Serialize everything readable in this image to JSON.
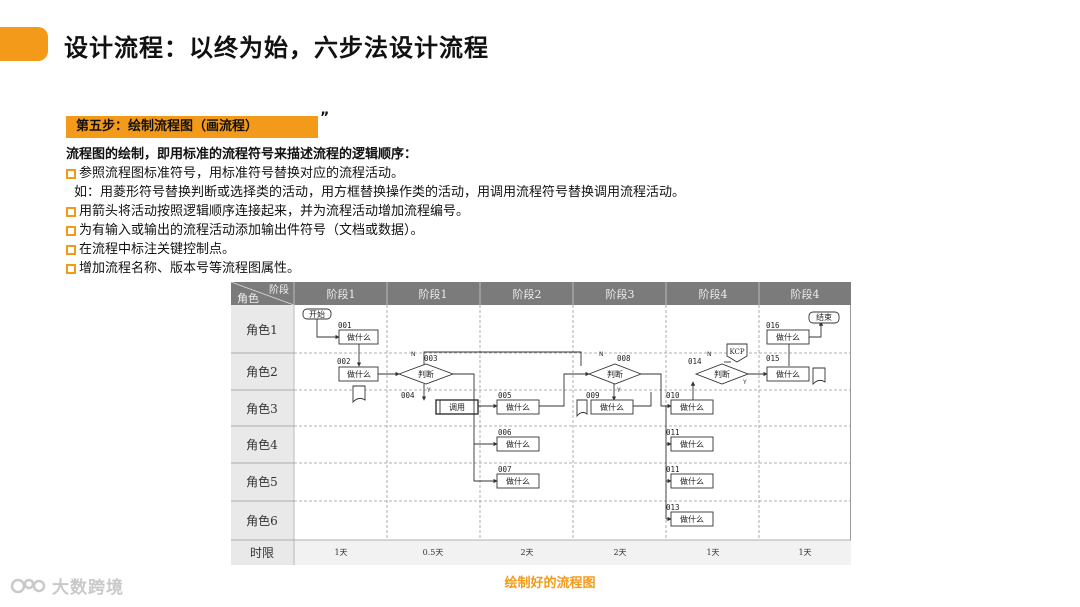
{
  "slide": {
    "title": "设计流程：以终为始，六步法设计流程",
    "step_badge": "第五步：绘制流程图（画流程）",
    "step_mark": "”",
    "lead": "流程图的绘制，即用标准的流程符号来描述流程的逻辑顺序：",
    "bullets": [
      "参照流程图标准符号，用标准符号替换对应的流程活动。",
      "如：用菱形符号替换判断或选择类的活动，用方框替换操作类的活动，用调用流程符号替换调用流程活动。",
      "用箭头将活动按照逻辑顺序连接起来，并为流程活动增加流程编号。",
      "为有输入或输出的流程活动添加输出件符号（文档或数据）。",
      "在流程中标注关键控制点。",
      "增加流程名称、版本号等流程图属性。"
    ],
    "caption": "绘制好的流程图",
    "watermark": "大数跨境",
    "accent_color": "#f39a1a"
  },
  "flowchart": {
    "corner_top": "阶段",
    "corner_bottom": "角色",
    "stages": [
      "阶段1",
      "阶段1",
      "阶段2",
      "阶段3",
      "阶段4",
      "阶段4"
    ],
    "roles": [
      "角色1",
      "角色2",
      "角色3",
      "角色4",
      "角色5",
      "角色6"
    ],
    "time_label": "时限",
    "durations": [
      "1天",
      "0.5天",
      "2天",
      "2天",
      "1天",
      "1天"
    ],
    "start_label": "开始",
    "end_label": "结束",
    "kcp_label": "KCP",
    "task_label": "做什么",
    "decision_label": "判断",
    "call_label": "调用",
    "yes_label": "Y",
    "no_label": "N",
    "codes": {
      "c001": "001",
      "c002": "002",
      "c003": "003",
      "c004": "004",
      "c005": "005",
      "c006": "006",
      "c007": "007",
      "c008": "008",
      "c009": "009",
      "c010": "010",
      "c011a": "011",
      "c011b": "011",
      "c013": "013",
      "c014": "014",
      "c015": "015",
      "c016": "016"
    }
  }
}
